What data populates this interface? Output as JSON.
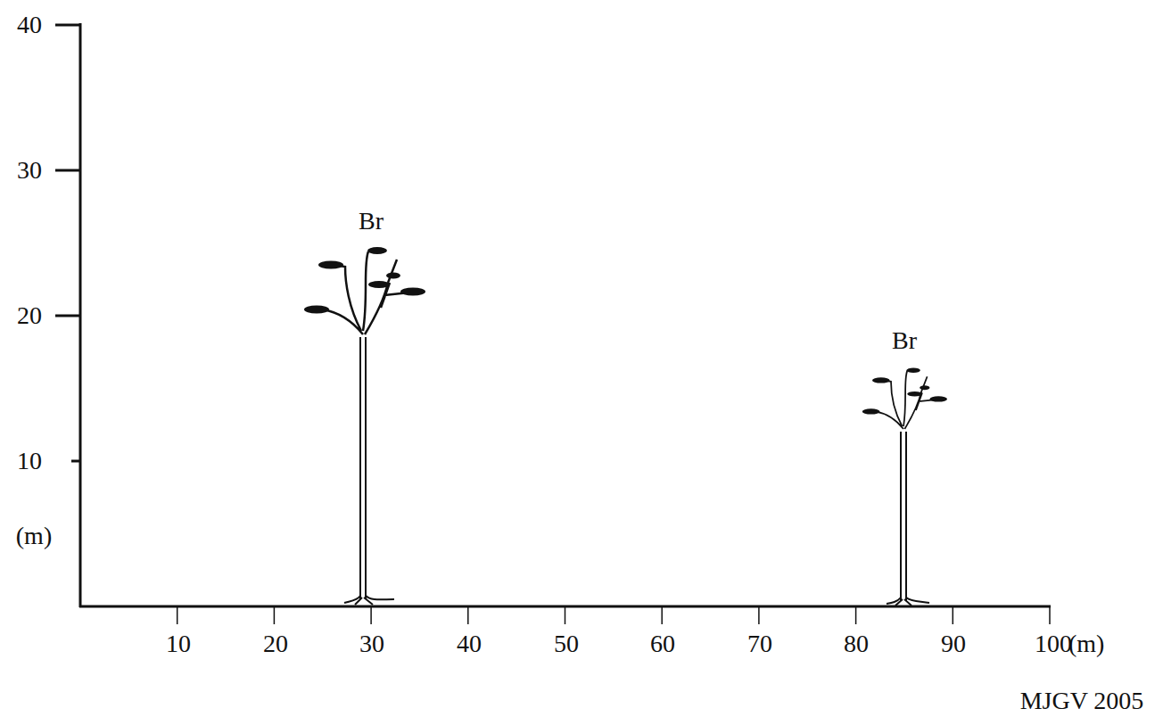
{
  "diagram": {
    "labels": [
      "40",
      "30",
      "20",
      "10",
      "(m)",
      "10",
      "20",
      "30",
      "40",
      "50",
      "60",
      "70",
      "80",
      "90",
      "100",
      "(m)",
      "Br",
      "Br",
      "MJGV 2005"
    ]
  }
}
